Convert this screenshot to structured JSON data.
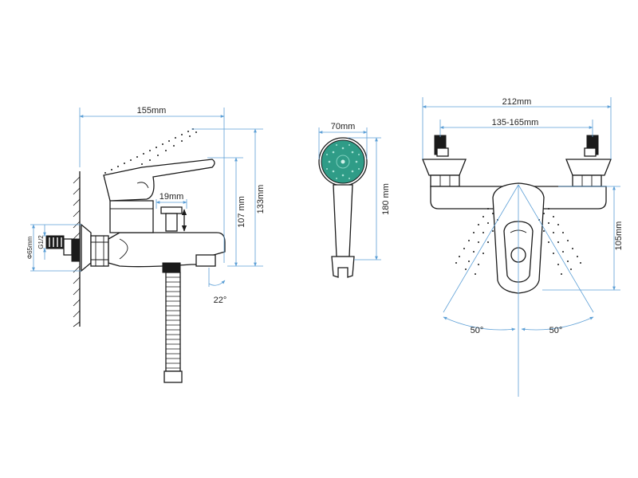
{
  "labels": {
    "width_155": "155mm",
    "lever_19": "19mm",
    "height_107": "107 mm",
    "height_133": "133mm",
    "dia_65": "Φ65mm",
    "thread_g12": "G1/2",
    "spout_angle": "22°",
    "head_70": "70mm",
    "head_180": "180 mm",
    "width_212": "212mm",
    "centres": "135-165mm",
    "height_105": "105mm",
    "swing_left": "50°",
    "swing_right": "50°"
  },
  "colors": {
    "dimension_line": "#5c9fd6",
    "shower_face": "#2f9c87",
    "outline": "#1a1a1a"
  },
  "icons": [
    "side-view-faucet",
    "hand-shower-head",
    "front-view-faucet"
  ]
}
